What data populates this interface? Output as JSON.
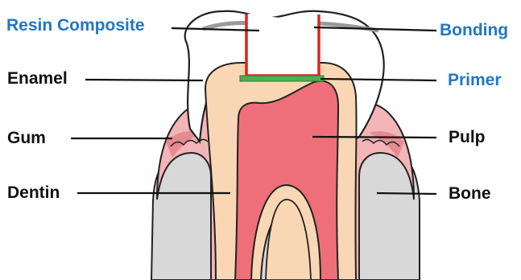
{
  "colors": {
    "accent_blue": "#2277c4",
    "label_black": "#111111",
    "enamel": "#ffffff",
    "dentin": "#fad7b4",
    "pulp": "#ee6f79",
    "gum": "#f3b5b8",
    "gum_dark": "#e58b92",
    "bone": "#d8d8d8",
    "composite_outline": "#d9261c",
    "primer": "#4caf50"
  },
  "labels": {
    "resin_composite": "Resin Composite",
    "enamel": "Enamel",
    "gum": "Gum",
    "dentin": "Dentin",
    "bonding": "Bonding",
    "primer": "Primer",
    "pulp": "Pulp",
    "bone": "Bone"
  }
}
